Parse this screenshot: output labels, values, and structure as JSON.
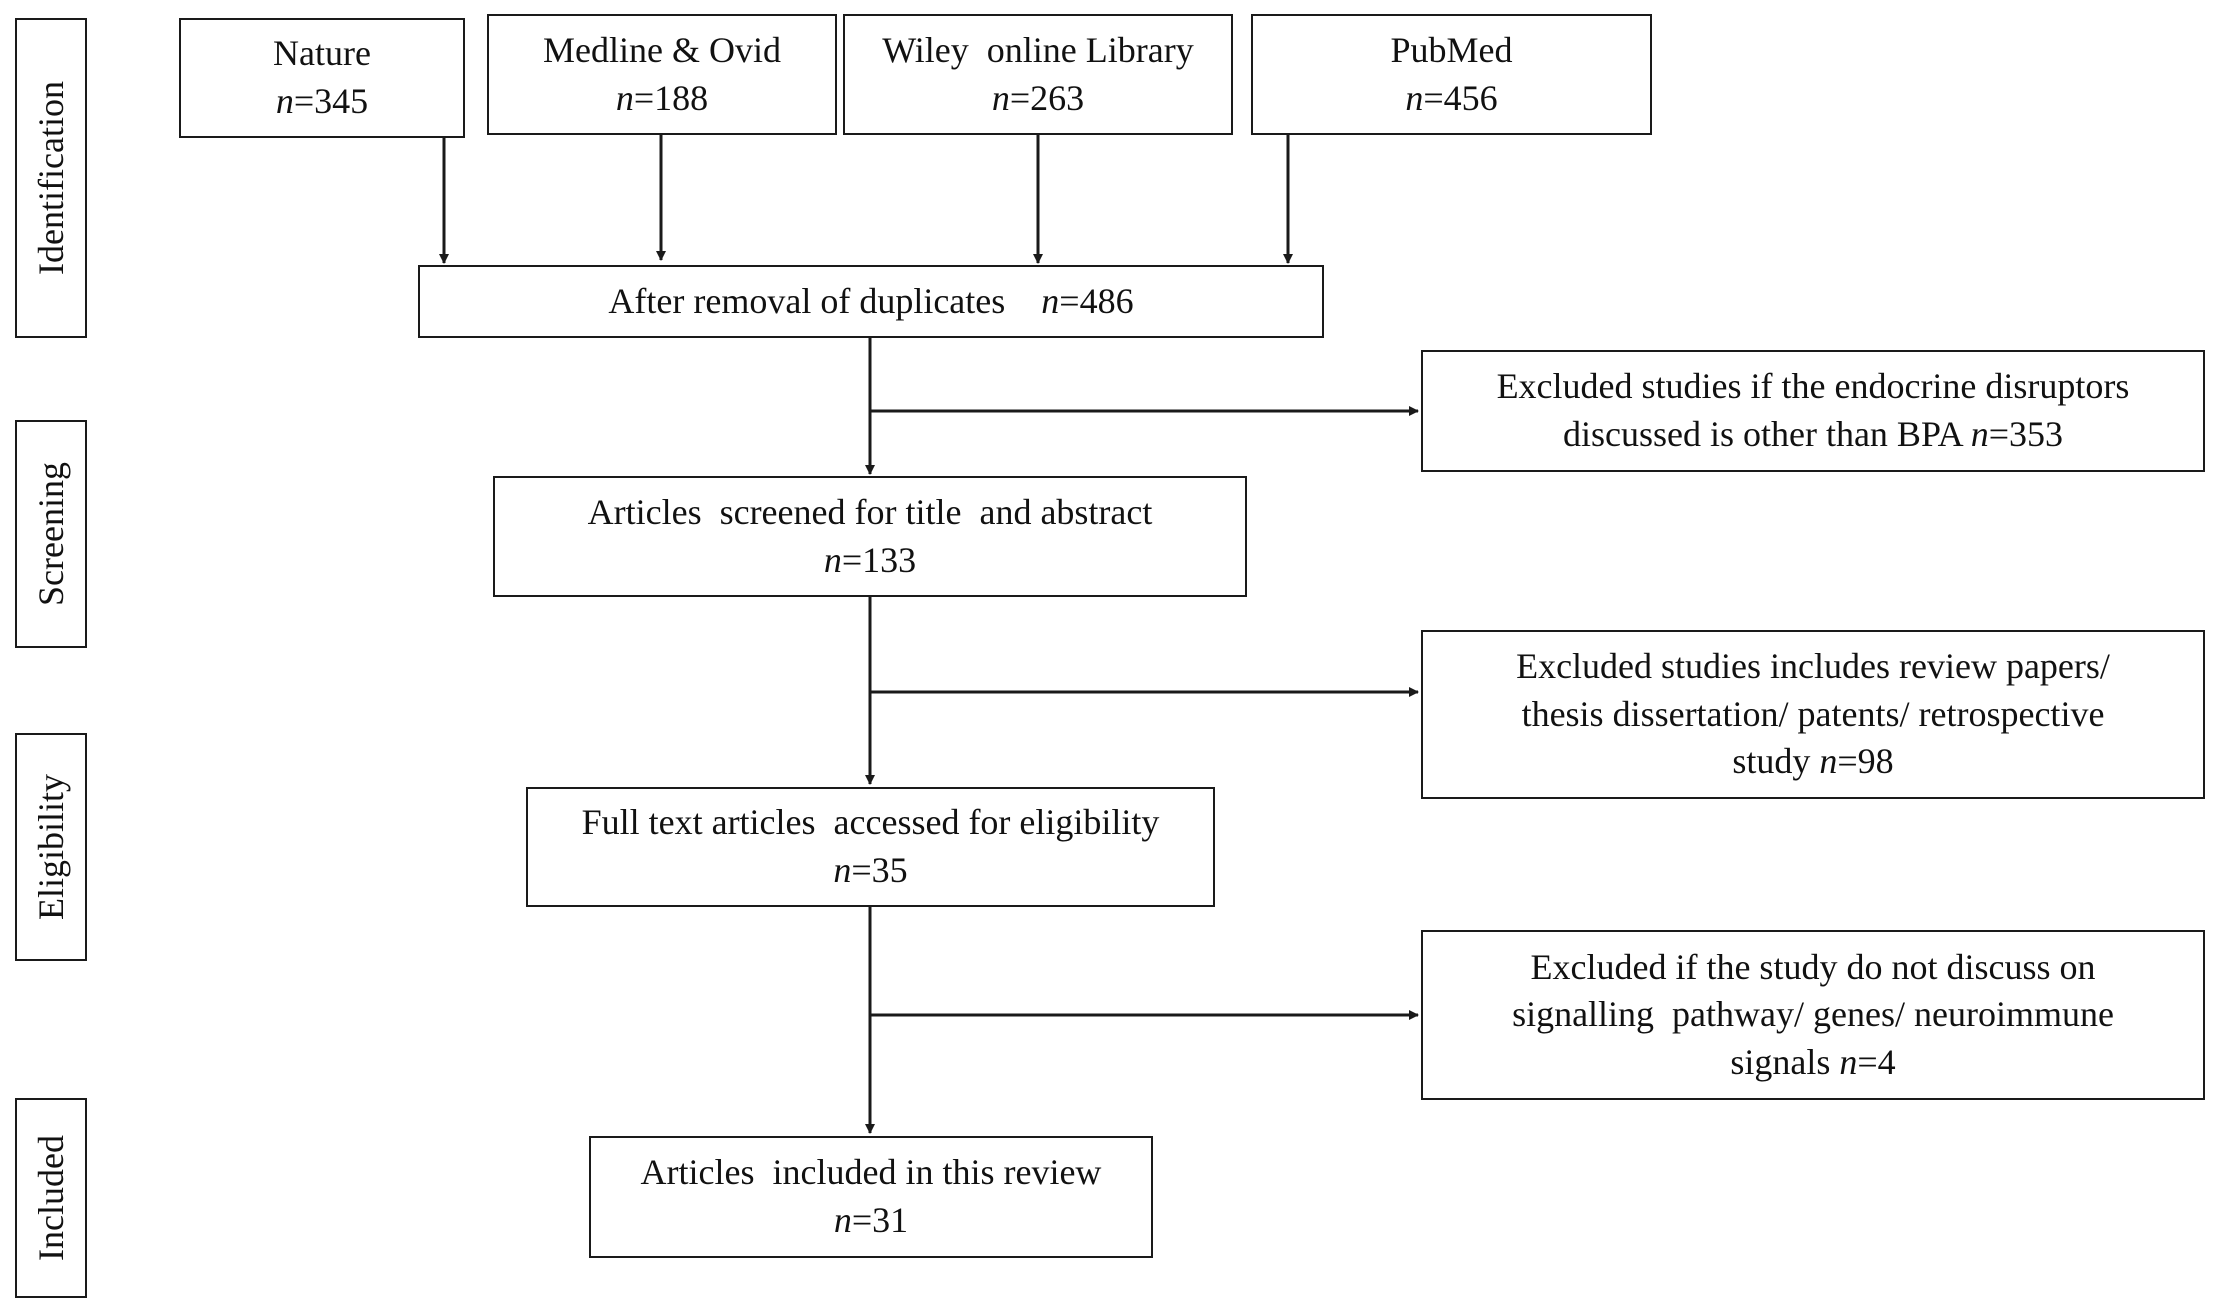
{
  "stages": {
    "identification": "Identification",
    "screening": "Screening",
    "eligibility": "Eligibility",
    "included": "Included"
  },
  "sources": [
    {
      "name": "Nature",
      "n_prefix": "n",
      "n_value": "=345"
    },
    {
      "name": "Medline & Ovid",
      "n_prefix": "n",
      "n_value": "=188"
    },
    {
      "name": "Wiley  online Library",
      "n_prefix": "n",
      "n_value": "=263"
    },
    {
      "name": "PubMed",
      "n_prefix": "n",
      "n_value": "=456"
    }
  ],
  "duplicates": {
    "text": "After removal of duplicates",
    "n_prefix": "n",
    "n_value": "=486"
  },
  "screened": {
    "text": "Articles  screened for title  and abstract",
    "n_prefix": "n",
    "n_value": "=133"
  },
  "eligibility": {
    "text": "Full text articles  accessed for eligibility",
    "n_prefix": "n",
    "n_value": "=35"
  },
  "included": {
    "text": "Articles  included in this review",
    "n_prefix": "n",
    "n_value": "=31"
  },
  "excluded_1": {
    "line1": "Excluded studies if the endocrine disruptors",
    "line2": "discussed is other than BPA ",
    "n_prefix": "n",
    "n_value": "=353"
  },
  "excluded_2": {
    "line1": "Excluded studies includes review papers/",
    "line2": "thesis dissertation/ patents/ retrospective",
    "line3": "study ",
    "n_prefix": "n",
    "n_value": "=98"
  },
  "excluded_3": {
    "line1": "Excluded if the study do not discuss on",
    "line2": "signalling  pathway/ genes/ neuroimmune",
    "line3": "signals ",
    "n_prefix": "n",
    "n_value": "=4"
  },
  "colors": {
    "stroke": "#1a1a1a",
    "background": "#ffffff",
    "text": "#111111"
  }
}
